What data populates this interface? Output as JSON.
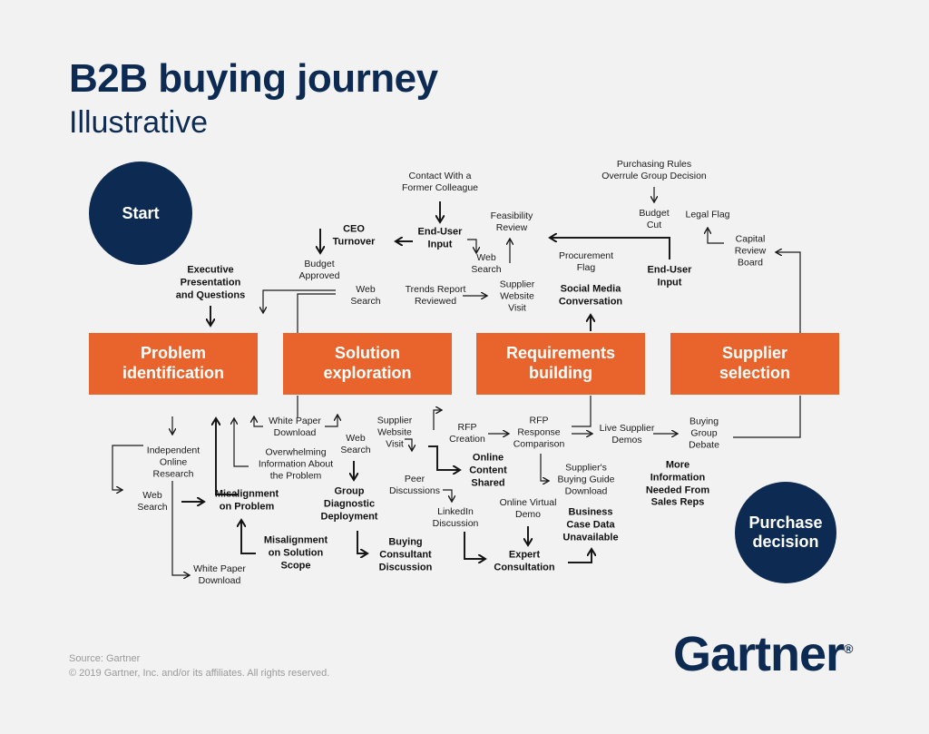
{
  "title": "B2B buying journey",
  "subtitle": "Illustrative",
  "start_label": "Start",
  "end_label": "Purchase\ndecision",
  "stages": {
    "problem": "Problem\nidentification",
    "solution": "Solution\nexploration",
    "requirements": "Requirements\nbuilding",
    "supplier": "Supplier\nselection"
  },
  "nodes": {
    "contact_colleague": "Contact With a\nFormer Colleague",
    "end_user_input_top": "End-User\nInput",
    "ceo_turnover": "CEO\nTurnover",
    "budget_approved": "Budget\nApproved",
    "feasibility_review": "Feasibility\nReview",
    "web_search_req": "Web\nSearch",
    "executive_presentation": "Executive\nPresentation\nand Questions",
    "web_search_sol": "Web\nSearch",
    "trends_report": "Trends Report\nReviewed",
    "supplier_website_top": "Supplier\nWebsite\nVisit",
    "purchasing_rules": "Purchasing Rules\nOverrule Group Decision",
    "budget_cut": "Budget\nCut",
    "legal_flag": "Legal Flag",
    "capital_review": "Capital\nReview\nBoard",
    "procurement_flag": "Procurement\nFlag",
    "end_user_input_right": "End-User\nInput",
    "social_media": "Social Media\nConversation",
    "independent_research": "Independent\nOnline\nResearch",
    "web_search_left": "Web\nSearch",
    "white_paper_left": "White Paper\nDownload",
    "misalignment_problem": "Misalignment\non Problem",
    "misalignment_solution": "Misalignment\non Solution\nScope",
    "overwhelming_info": "Overwhelming\nInformation About\nthe Problem",
    "white_paper_mid": "White Paper\nDownload",
    "web_search_mid": "Web\nSearch",
    "group_diagnostic": "Group\nDiagnostic\nDeployment",
    "buying_consultant": "Buying\nConsultant\nDiscussion",
    "supplier_website_bottom": "Supplier\nWebsite\nVisit",
    "peer_discussions": "Peer\nDiscussions",
    "online_content": "Online\nContent\nShared",
    "linkedin": "LinkedIn\nDiscussion",
    "rfp_creation": "RFP\nCreation",
    "rfp_response": "RFP\nResponse\nComparison",
    "suppliers_guide": "Supplier's\nBuying Guide\nDownload",
    "online_demo": "Online Virtual\nDemo",
    "expert_consultation": "Expert\nConsultation",
    "business_case": "Business\nCase Data\nUnavailable",
    "live_demos": "Live Supplier\nDemos",
    "buying_group_debate": "Buying\nGroup\nDebate",
    "more_info": "More\nInformation\nNeeded From\nSales Reps"
  },
  "footer": {
    "source": "Source: Gartner",
    "copyright": "© 2019 Gartner, Inc. and/or its affiliates. All rights reserved."
  },
  "logo_text": "Gartner",
  "logo_mark": "®",
  "colors": {
    "navy": "#0d2b52",
    "orange": "#e9642c",
    "background": "#f2f2f2"
  }
}
